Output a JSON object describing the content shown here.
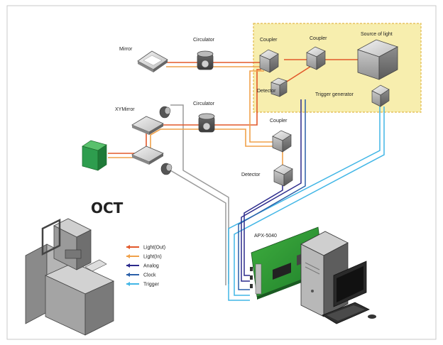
{
  "title": "OCT",
  "labels": {
    "mirror": "Mirror",
    "circulator_top": "Circulator",
    "circulator_mid": "Circulator",
    "coupler_1": "Coupler",
    "coupler_2": "Coupler",
    "coupler_3": "Coupler",
    "source": "Source of light",
    "detector_1": "Detector",
    "detector_2": "Detector",
    "trigger_generator": "Trigger generator",
    "xy_mirror": "XYMirror",
    "board": "APX-5040"
  },
  "legend": [
    {
      "label": "Light(Out)",
      "color": "#e2582a"
    },
    {
      "label": "Light(In)",
      "color": "#f0a14a"
    },
    {
      "label": "Analog",
      "color": "#2b2a8c"
    },
    {
      "label": "Clock",
      "color": "#2a5fa8"
    },
    {
      "label": "Trigger",
      "color": "#41b6e6"
    }
  ],
  "colors": {
    "light_out": "#e2582a",
    "light_in": "#f0a14a",
    "analog": "#2b2a8c",
    "clock": "#2a5fa8",
    "trigger": "#41b6e6",
    "gray_line": "#9a9a9a",
    "highlight_box": "#f7eeae",
    "highlight_border": "#e2b94a",
    "sample": "#2e9d4e"
  }
}
